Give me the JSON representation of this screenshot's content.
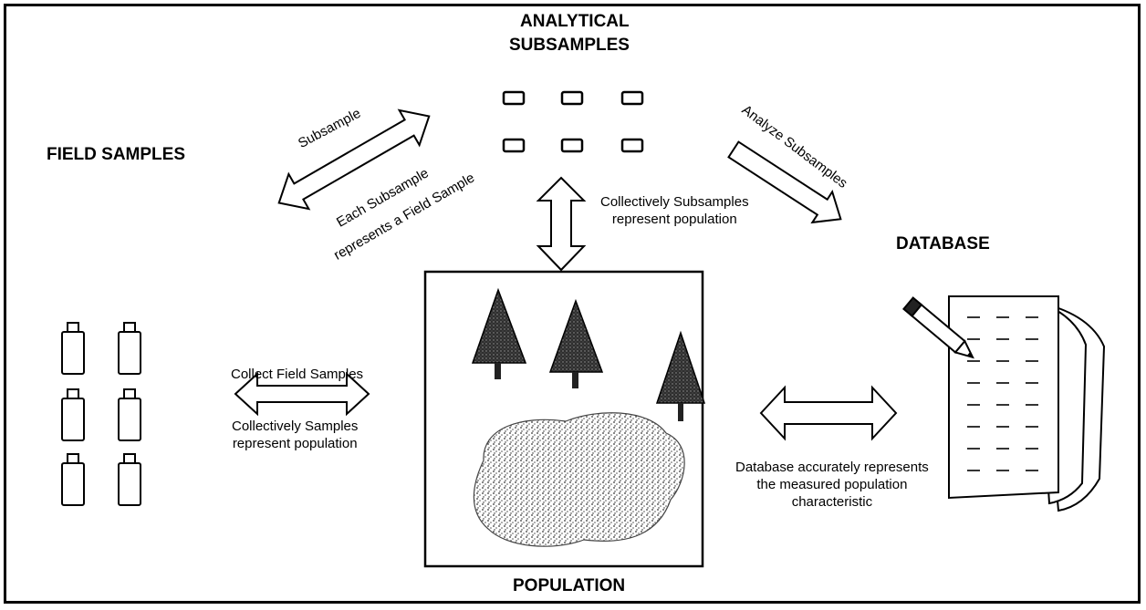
{
  "headings": {
    "analytical_line1": "ANALYTICAL",
    "analytical_line2": "SUBSAMPLES",
    "field_samples": "FIELD SAMPLES",
    "database": "DATABASE",
    "population": "POPULATION"
  },
  "arrows": {
    "subsample": "Subsample",
    "each_subsample_line1": "Each Subsample",
    "each_subsample_line2": "represents a Field Sample",
    "analyze_subsamples": "Analyze Subsamples",
    "collectively_subsamples_line1": "Collectively Subsamples",
    "collectively_subsamples_line2": "represent population",
    "collect_field_samples": "Collect Field Samples",
    "collectively_samples_line1": "Collectively Samples",
    "collectively_samples_line2": "represent population",
    "database_line1": "Database accurately represents",
    "database_line2": "the measured population",
    "database_line3": "characteristic"
  },
  "colors": {
    "ink": "#000000",
    "tree_fill": "#3a3a3a",
    "background": "#ffffff"
  }
}
